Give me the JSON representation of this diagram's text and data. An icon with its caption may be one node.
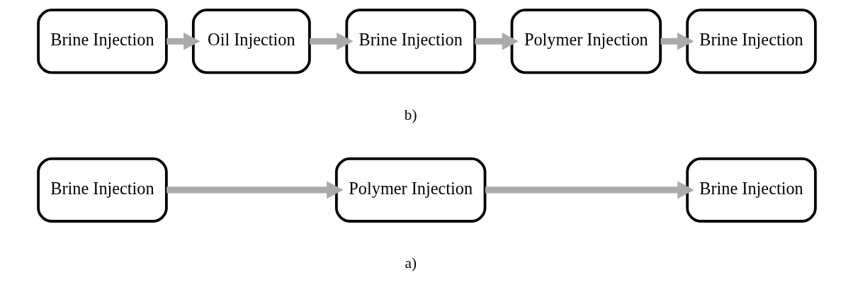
{
  "diagram": {
    "nodes": [
      {
        "text": [
          "Brine Injection"
        ]
      },
      {
        "text": [
          "Polymer Injection"
        ]
      },
      {
        "text": [
          "Brine Injection"
        ]
      },
      {
        "text": [
          "Brine Injection"
        ]
      },
      {
        "text": [
          "Oil Injection"
        ]
      },
      {
        "text": [
          "Brine Injection"
        ]
      },
      {
        "text": [
          "Polymer Injection"
        ]
      },
      {
        "text": [
          "Brine Injection"
        ]
      }
    ],
    "edges": [
      {
        "from": 0,
        "to": 1,
        "arrow": "to"
      },
      {
        "from": 1,
        "to": 2,
        "arrow": "to"
      },
      {
        "from": 3,
        "to": 4,
        "arrow": "to"
      },
      {
        "from": 4,
        "to": 5,
        "arrow": "to"
      },
      {
        "from": 5,
        "to": 6,
        "arrow": "to"
      },
      {
        "from": 6,
        "to": 7,
        "arrow": "to"
      }
    ],
    "labels": [
      "a)",
      "b)"
    ]
  }
}
